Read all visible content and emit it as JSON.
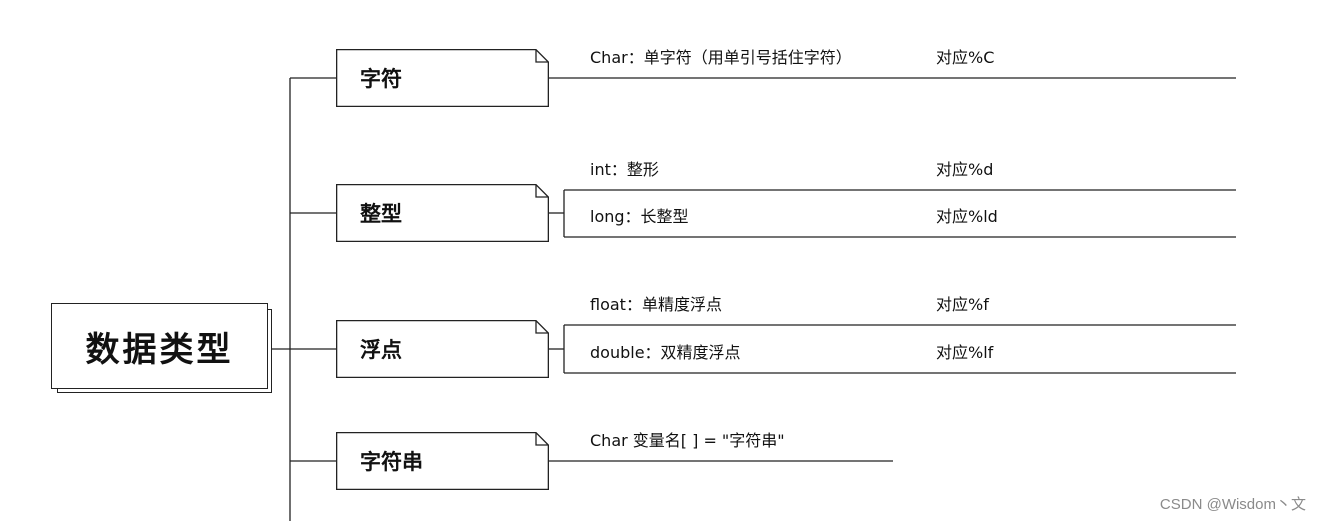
{
  "root": {
    "label": "数据类型"
  },
  "categories": [
    {
      "label": "字符"
    },
    {
      "label": "整型"
    },
    {
      "label": "浮点"
    },
    {
      "label": "字符串"
    }
  ],
  "items": {
    "char": {
      "desc": "Char：单字符（用单引号括住字符）",
      "format": "对应%C"
    },
    "int": {
      "desc": "int：整形",
      "format": "对应%d"
    },
    "long": {
      "desc": "long：长整型",
      "format": "对应%ld"
    },
    "float": {
      "desc": "float：单精度浮点",
      "format": "对应%f"
    },
    "double": {
      "desc": "double：双精度浮点",
      "format": "对应%lf"
    },
    "string": {
      "desc": "Char 变量名[ ] = \"字符串\""
    }
  },
  "watermark": "CSDN @Wisdom丶文"
}
